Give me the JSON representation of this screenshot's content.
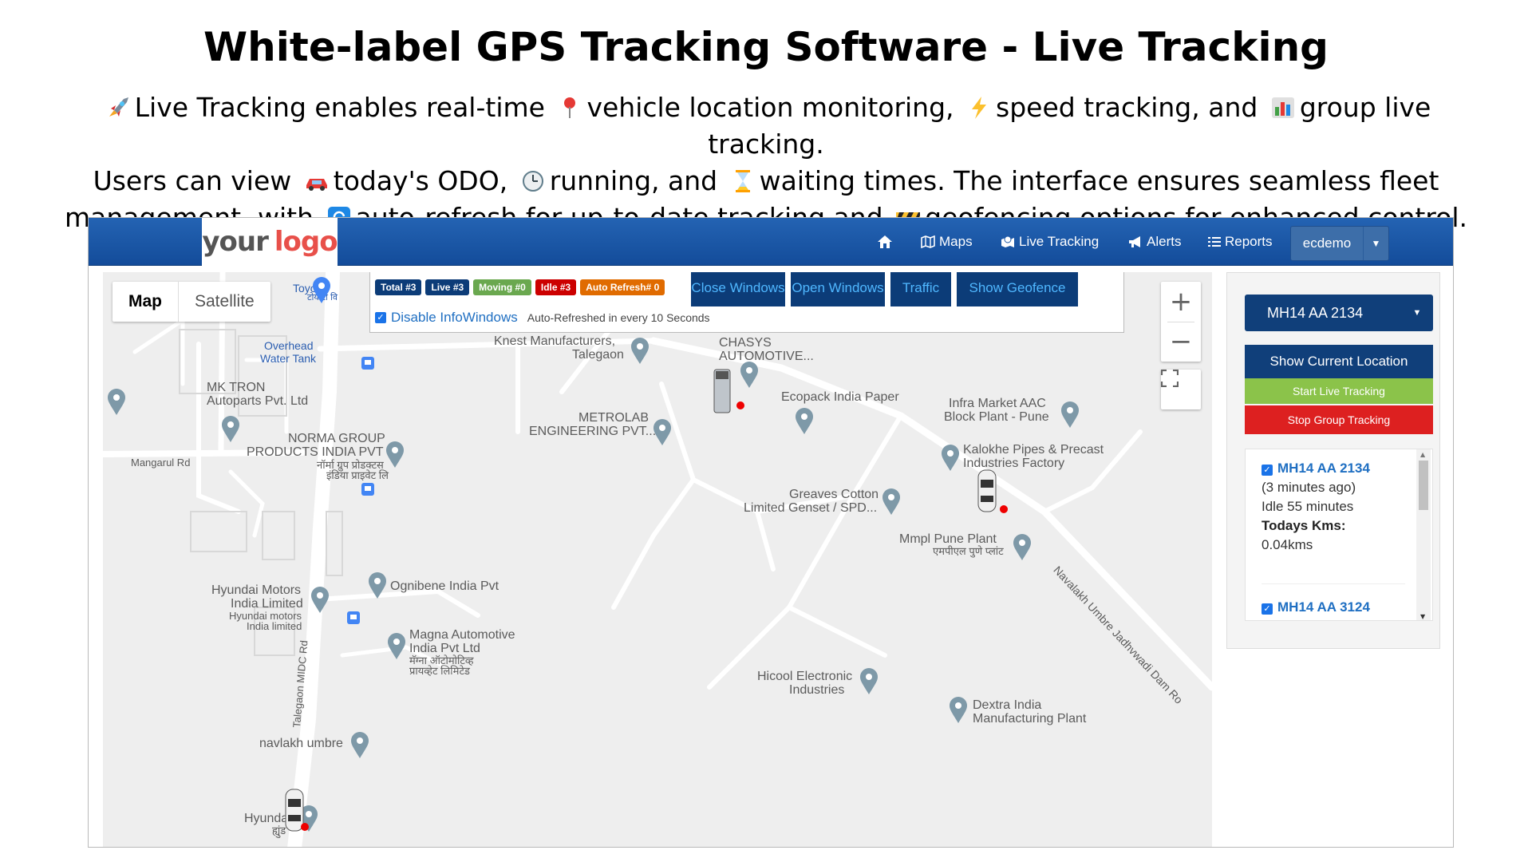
{
  "headline": "White-label GPS Tracking Software  - Live Tracking",
  "description": {
    "line1": {
      "icon1": "rocket-emoji",
      "t1": "Live Tracking enables real-time",
      "icon2": "pin-emoji",
      "t2": "vehicle location monitoring,",
      "icon3": "lightning-emoji",
      "t3": "speed tracking, and",
      "icon4": "bar-chart-emoji",
      "t4": "group live tracking."
    },
    "line2": {
      "t1": "Users can view",
      "icon1": "car-emoji",
      "t2": "today's ODO,",
      "icon2": "clock-emoji",
      "t3": "running, and",
      "icon3": "hourglass-emoji",
      "t4": "waiting times. The interface ensures seamless fleet"
    },
    "line3": {
      "t1": "management, with",
      "icon1": "refresh-emoji",
      "t2": "auto-refresh for up-to-date tracking and",
      "icon2": "construction-emoji",
      "t3": "geofencing options for enhanced control."
    }
  },
  "app": {
    "logo": {
      "part1": "your",
      "part2": "logo"
    },
    "nav": {
      "home_icon": "home-icon",
      "maps": "Maps",
      "live_tracking": "Live Tracking",
      "alerts": "Alerts",
      "reports": "Reports",
      "user": "ecdemo"
    },
    "map": {
      "type_map": "Map",
      "type_satellite": "Satellite",
      "badges": {
        "total": "Total #3",
        "live": "Live #3",
        "moving": "Moving #0",
        "idle": "Idle #3",
        "auto_refresh": "Auto Refresh# 0"
      },
      "badge_colors": {
        "total": "#0c3c78",
        "live": "#0c3c78",
        "moving": "#6aa84f",
        "idle": "#cc0000",
        "auto_refresh": "#e06b00"
      },
      "buttons": {
        "close_windows": "Close Windows",
        "open_windows": "Open Windows",
        "traffic": "Traffic",
        "show_geofence": "Show Geofence"
      },
      "disable_infowindows": "Disable InfoWindows",
      "refresh_note": "Auto-Refreshed in every 10 Seconds",
      "zoom_in": "+",
      "zoom_out": "−",
      "places": {
        "toyota": "Toyot",
        "toyota_hi": "टोयोटा वि",
        "overhead": "Overhead",
        "water_tank": "Water Tank",
        "knest1": "Knest Manufacturers,",
        "knest2": "Talegaon",
        "chasys1": "CHASYS",
        "chasys2": "AUTOMOTIVE...",
        "mktron1": "MK TRON",
        "mktron2": "Autoparts Pvt. Ltd",
        "ecopack": "Ecopack India Paper",
        "infra1": "Infra Market AAC",
        "infra2": "Block Plant - Pune",
        "metrolab1": "METROLAB",
        "metrolab2": "ENGINEERING PVT...",
        "norma1": "NORMA GROUP",
        "norma2": "PRODUCTS INDIA PVT",
        "norma3": "नॉर्मा ग्रुप प्रोडक्टस",
        "norma4": "इंडिया प्राइवेट लि",
        "mangarul": "Mangarul Rd",
        "kalokhe1": "Kalokhe Pipes & Precast",
        "kalokhe2": "Industries Factory",
        "greaves1": "Greaves Cotton",
        "greaves2": "Limited Genset / SPD...",
        "mmpl1": "Mmpl Pune Plant",
        "mmpl2": "एमपीएल पुणे प्लांट",
        "hyundai1": "Hyundai Motors",
        "hyundai2": "India Limited",
        "hyundai3": "Hyundai motors",
        "hyundai4": "India limited",
        "ognibene": "Ognibene India Pvt",
        "magna1": "Magna Automotive",
        "magna2": "India Pvt Ltd",
        "magna3": "मॅग्ना ऑटोमोटिव्ह",
        "magna4": "प्रायव्हेट लिमिटेड",
        "navalakh_rd": "Navalakh Umbre Jadhvwadi Dam Ro",
        "talegaon_rd": "Talegaon MIDC Rd",
        "hicool1": "Hicool Electronic",
        "hicool2": "Industries",
        "dextra1": "Dextra India",
        "dextra2": "Manufacturing Plant",
        "navlakh": "navlakh umbre",
        "hyundai_small": "Hyunda",
        "hyundai_small_hi": "ह्युंड"
      }
    },
    "sidebar": {
      "vehicle_select": "MH14 AA 2134",
      "show_current_location": "Show Current Location",
      "start_live_tracking": "Start Live Tracking",
      "stop_group_tracking": "Stop Group Tracking",
      "colors": {
        "primary": "#103f7a",
        "green": "#8bc34a",
        "red": "#dd2020"
      },
      "vehicles": [
        {
          "name": "MH14 AA 2134",
          "ago": "(3 minutes ago)",
          "status": "Idle 55 minutes",
          "kms_label": "Todays Kms:",
          "kms": "0.04kms"
        },
        {
          "name": "MH14 AA 3124"
        }
      ]
    }
  }
}
